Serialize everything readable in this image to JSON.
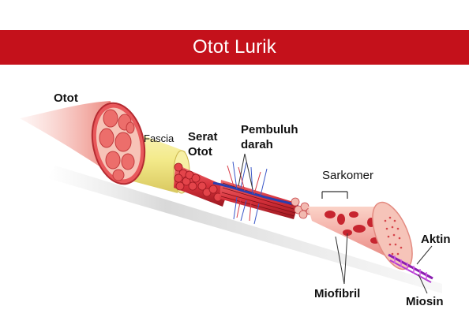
{
  "title": "Otot Lurik",
  "labels": {
    "otot": "Otot",
    "fascia": "Fascia",
    "serat_otot_line1": "Serat",
    "serat_otot_line2": "Otot",
    "pembuluh_line1": "Pembuluh",
    "pembuluh_line2": "darah",
    "sarkomer": "Sarkomer",
    "miofibril": "Miofibril",
    "aktin": "Aktin",
    "miosin": "Miosin"
  },
  "colors": {
    "title_bg": "#c4111b",
    "muscle_red": "#d8323c",
    "muscle_pink": "#f2a7a0",
    "fascia_yellow": "#f3ea8a",
    "vessel_blue": "#2a3fb0",
    "filament_purple": "#b23bd0"
  }
}
